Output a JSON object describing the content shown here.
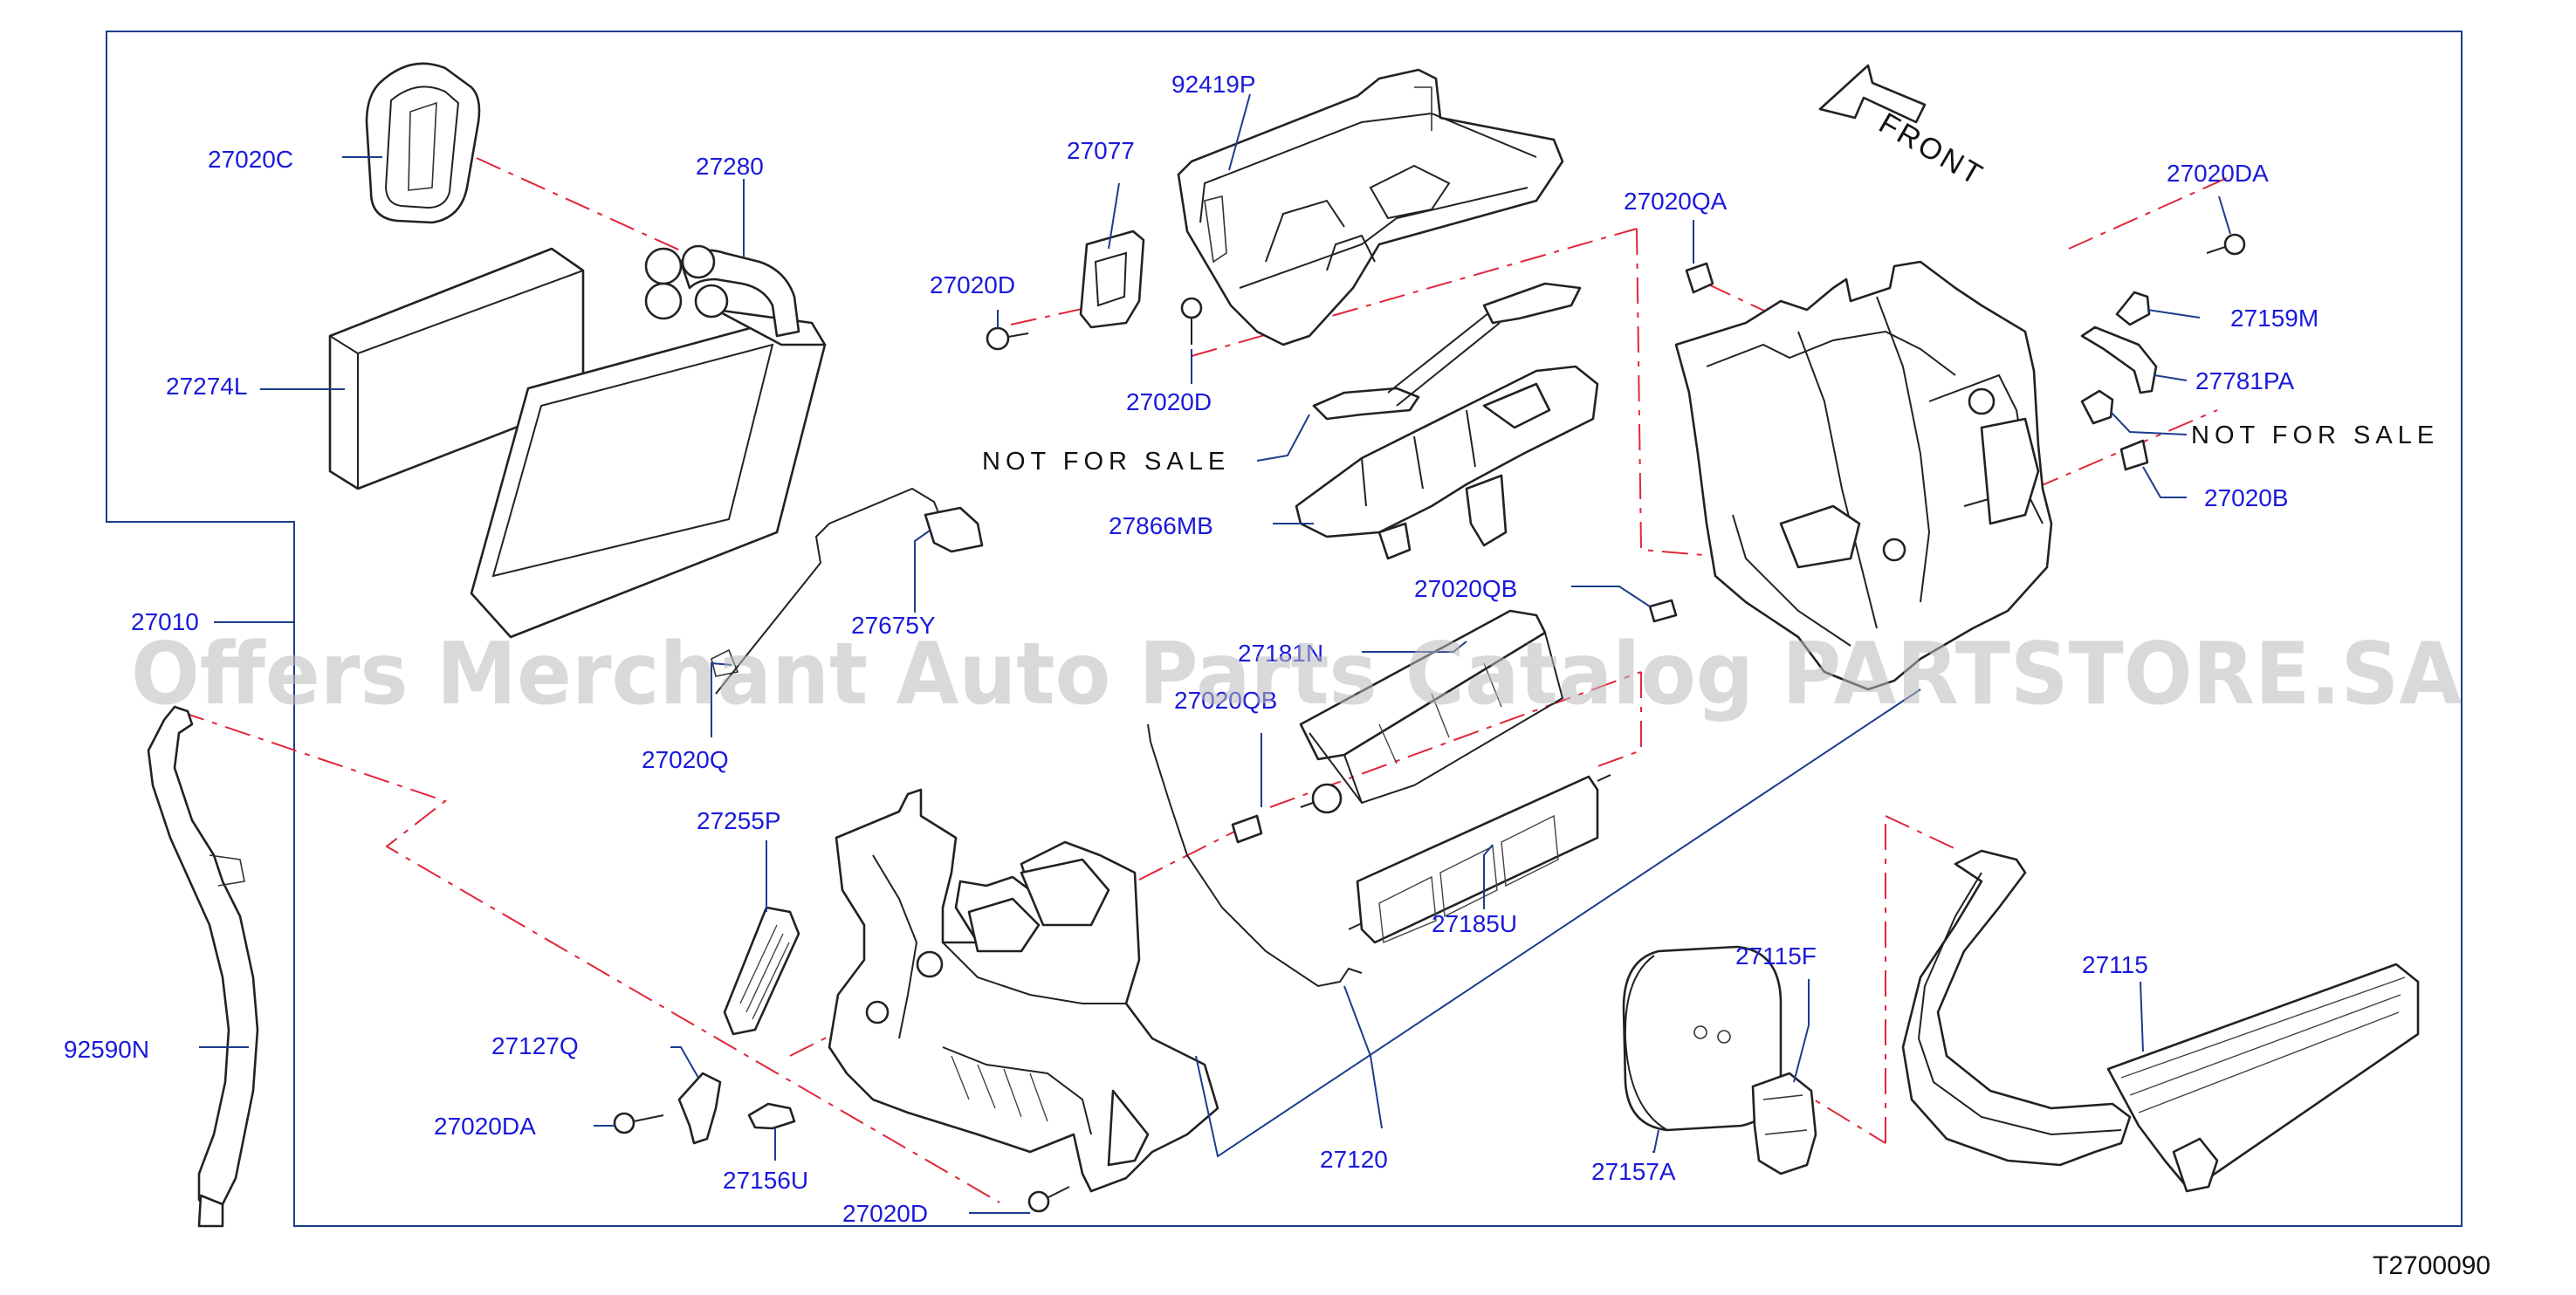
{
  "labels": {
    "p27020C": "27020C",
    "p27280": "27280",
    "p92419P": "92419P",
    "p27077": "27077",
    "p27020D_top": "27020D",
    "p27020D_mid": "27020D",
    "p27274L": "27274L",
    "p27866MB": "27866MB",
    "p27675Y": "27675Y",
    "p27010": "27010",
    "p27020Q": "27020Q",
    "p27020QA": "27020QA",
    "p27020QB_a": "27020QB",
    "p27020QB_b": "27020QB",
    "p27020DA_top": "27020DA",
    "p27159M": "27159M",
    "p27781PA": "27781PA",
    "p27020B": "27020B",
    "p27181N": "27181N",
    "p27255P": "27255P",
    "p27185U": "27185U",
    "p27115F": "27115F",
    "p27115": "27115",
    "p92590N": "92590N",
    "p27127Q": "27127Q",
    "p27020DA_bot": "27020DA",
    "p27156U": "27156U",
    "p27020D_bot": "27020D",
    "p27120": "27120",
    "p27157A": "27157A"
  },
  "notes": {
    "not_for_sale_left": "NOT FOR SALE",
    "not_for_sale_right": "NOT FOR SALE",
    "front": "FRONT"
  },
  "diagram_code": "T2700090",
  "watermark": "Offers Merchant Auto Parts Catalog PARTSTORE.SA",
  "colors": {
    "label_blue": "#1a1adc",
    "leader_navy": "#1c3d8c",
    "centerline_red": "#e0263a"
  }
}
